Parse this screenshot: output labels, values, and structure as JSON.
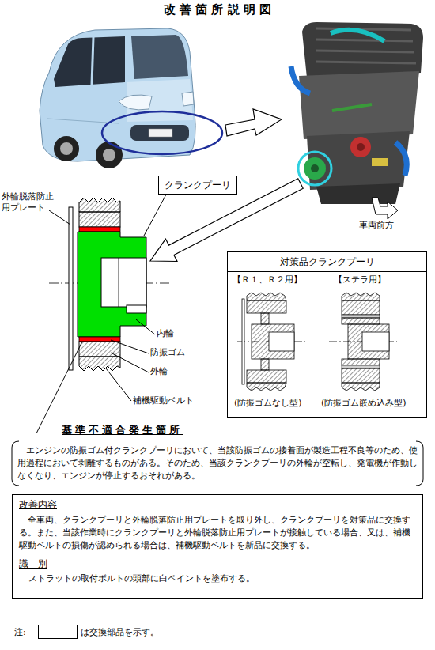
{
  "diagram": {
    "title": "改 善 箇 所 説 明 図",
    "nodes": [
      {
        "text": [
          "クランクプーリ"
        ]
      },
      {
        "text": [
          "対策品クランクプーリ",
          "【Ｒ１、Ｒ２用】",
          "【ステラ用】",
          "(防振ゴムなし型)",
          "(防振ゴム嵌め込み型)"
        ]
      },
      {
        "text": [
          "改善内容",
          "全車両、クランクプーリと外輪脱落防止用プレートを取り外し、クランクプーリを対策品に交換する。また、当該作業時にクランクプーリと外輪脱落防止用プレートが接触している場合、又は、補機駆動ベルトの損傷が認められる場合は、補機駆動ベルトを新品に交換する。",
          "識　別",
          "ストラットの取付ボルトの頭部に白ペイントを塗布する。"
        ]
      }
    ],
    "labels": [
      "外輪脱落防止用プレート",
      "内輪",
      "防振ゴム",
      "外輪",
      "補機駆動ベルト",
      "車両前方",
      "基準不適合発生箇所",
      "エンジンの防振ゴム付クランクプーリにおいて、当該防振ゴムの接着面が製造工程不良等のため、使用過程において剥離するものがある。そのため、当該クランクプーリの外輪が空転し、発電機が作動しなくなり、エンジンが停止するおそれがある。",
      "注:"
    ],
    "legend": [
      {
        "text": "は交換部品を示す。"
      }
    ]
  }
}
